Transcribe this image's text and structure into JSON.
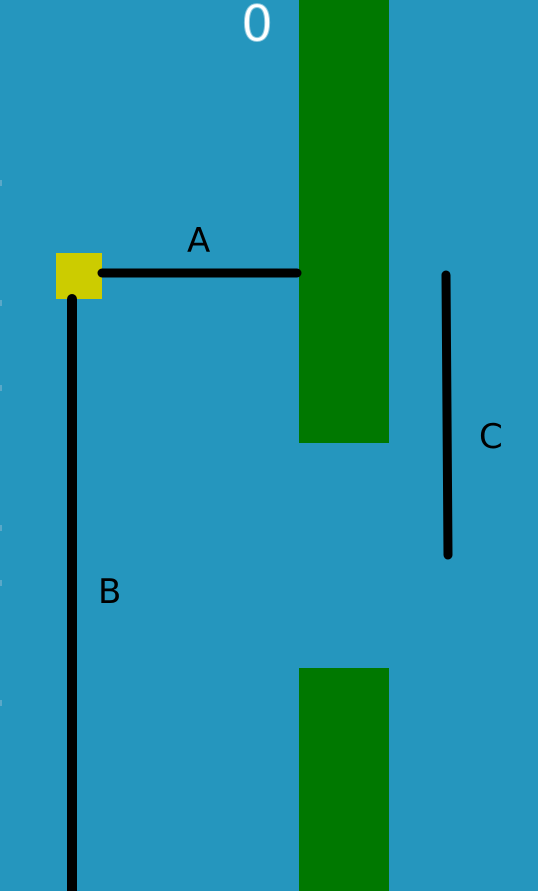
{
  "game": {
    "score": "0",
    "labels": {
      "a": "A",
      "b": "B",
      "c": "C"
    }
  },
  "colors": {
    "sky": "#2596be",
    "pipe": "#007800",
    "player": "#cccc00",
    "annotation": "#000000"
  }
}
